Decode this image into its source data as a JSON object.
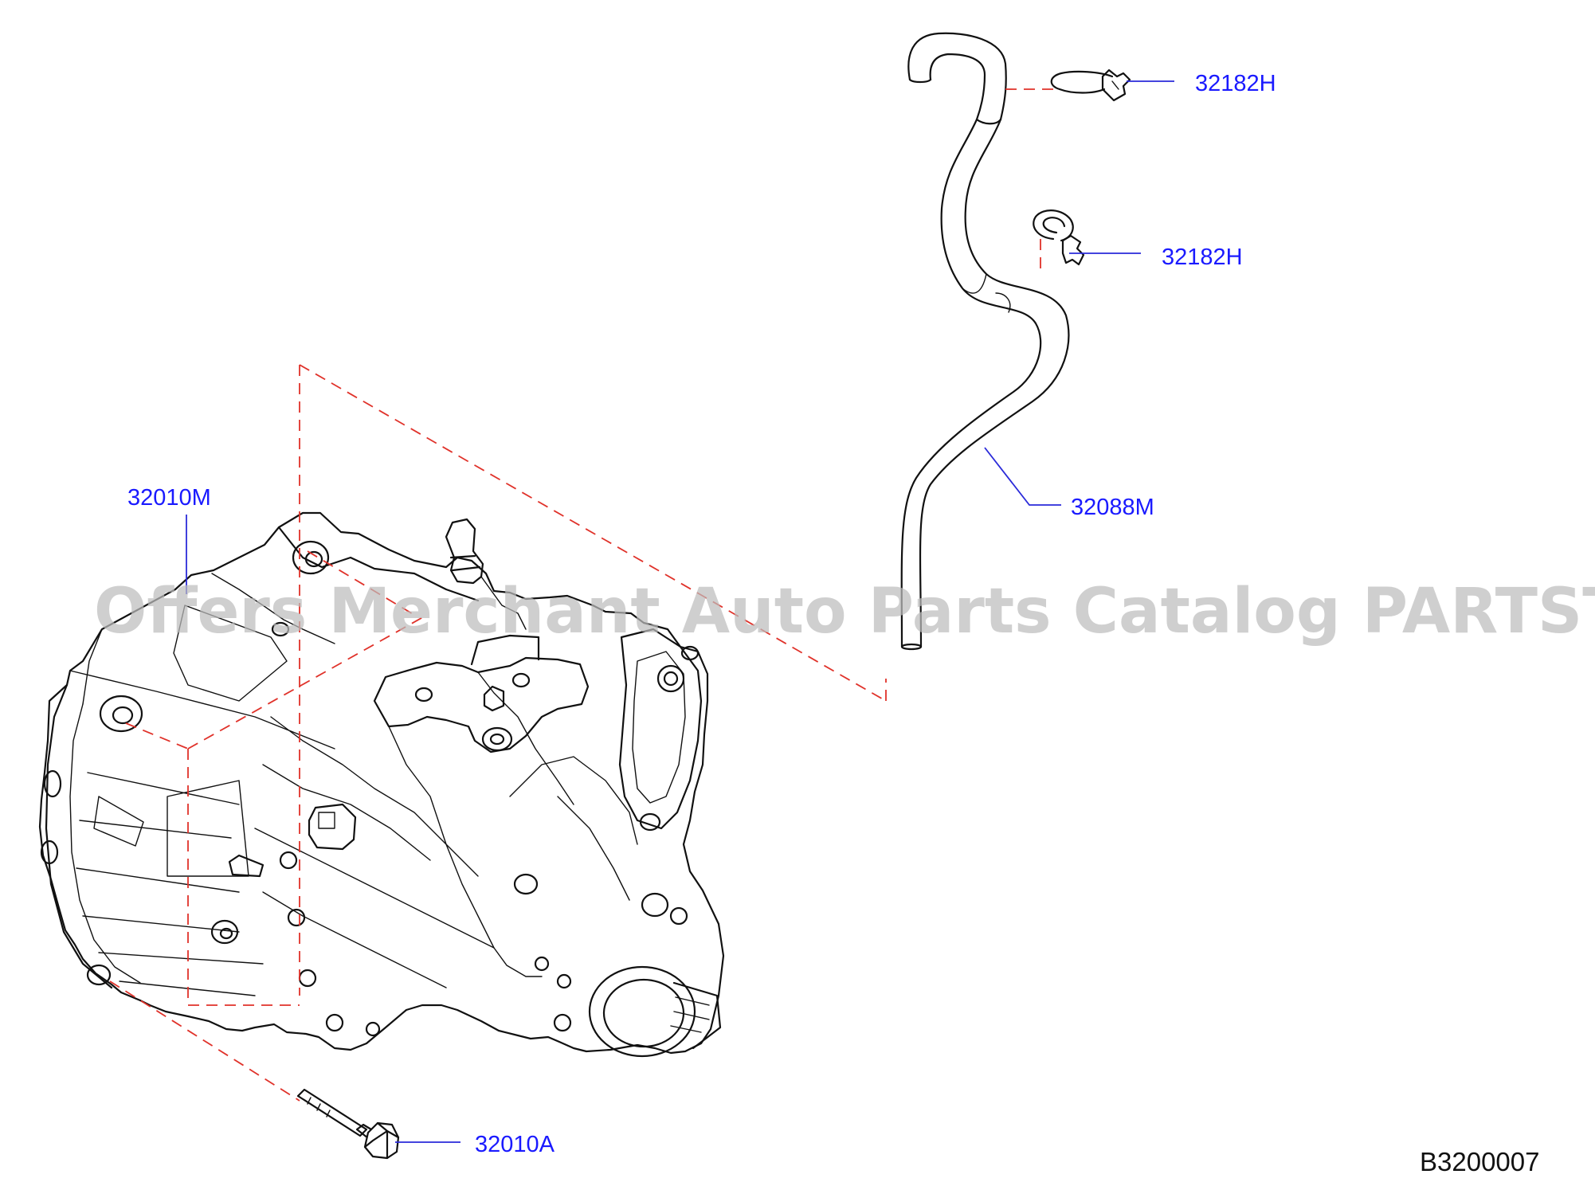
{
  "diagram": {
    "diagram_code": "B3200007",
    "watermark": "Offers Merchant Auto Parts Catalog PARTSTORE.SA",
    "callouts": {
      "clamp_upper": "32182H",
      "clamp_lower": "32182H",
      "breather_hose": "32088M",
      "transaxle_assembly": "32010M",
      "bolt": "32010A"
    }
  },
  "colors": {
    "callout_text": "#1a1aff",
    "leader_line": "#2a2ad9",
    "dashed_reference_line": "#e0322a",
    "drawing_ink": "#111111",
    "watermark": "#bdbdbd",
    "background": "#ffffff"
  }
}
